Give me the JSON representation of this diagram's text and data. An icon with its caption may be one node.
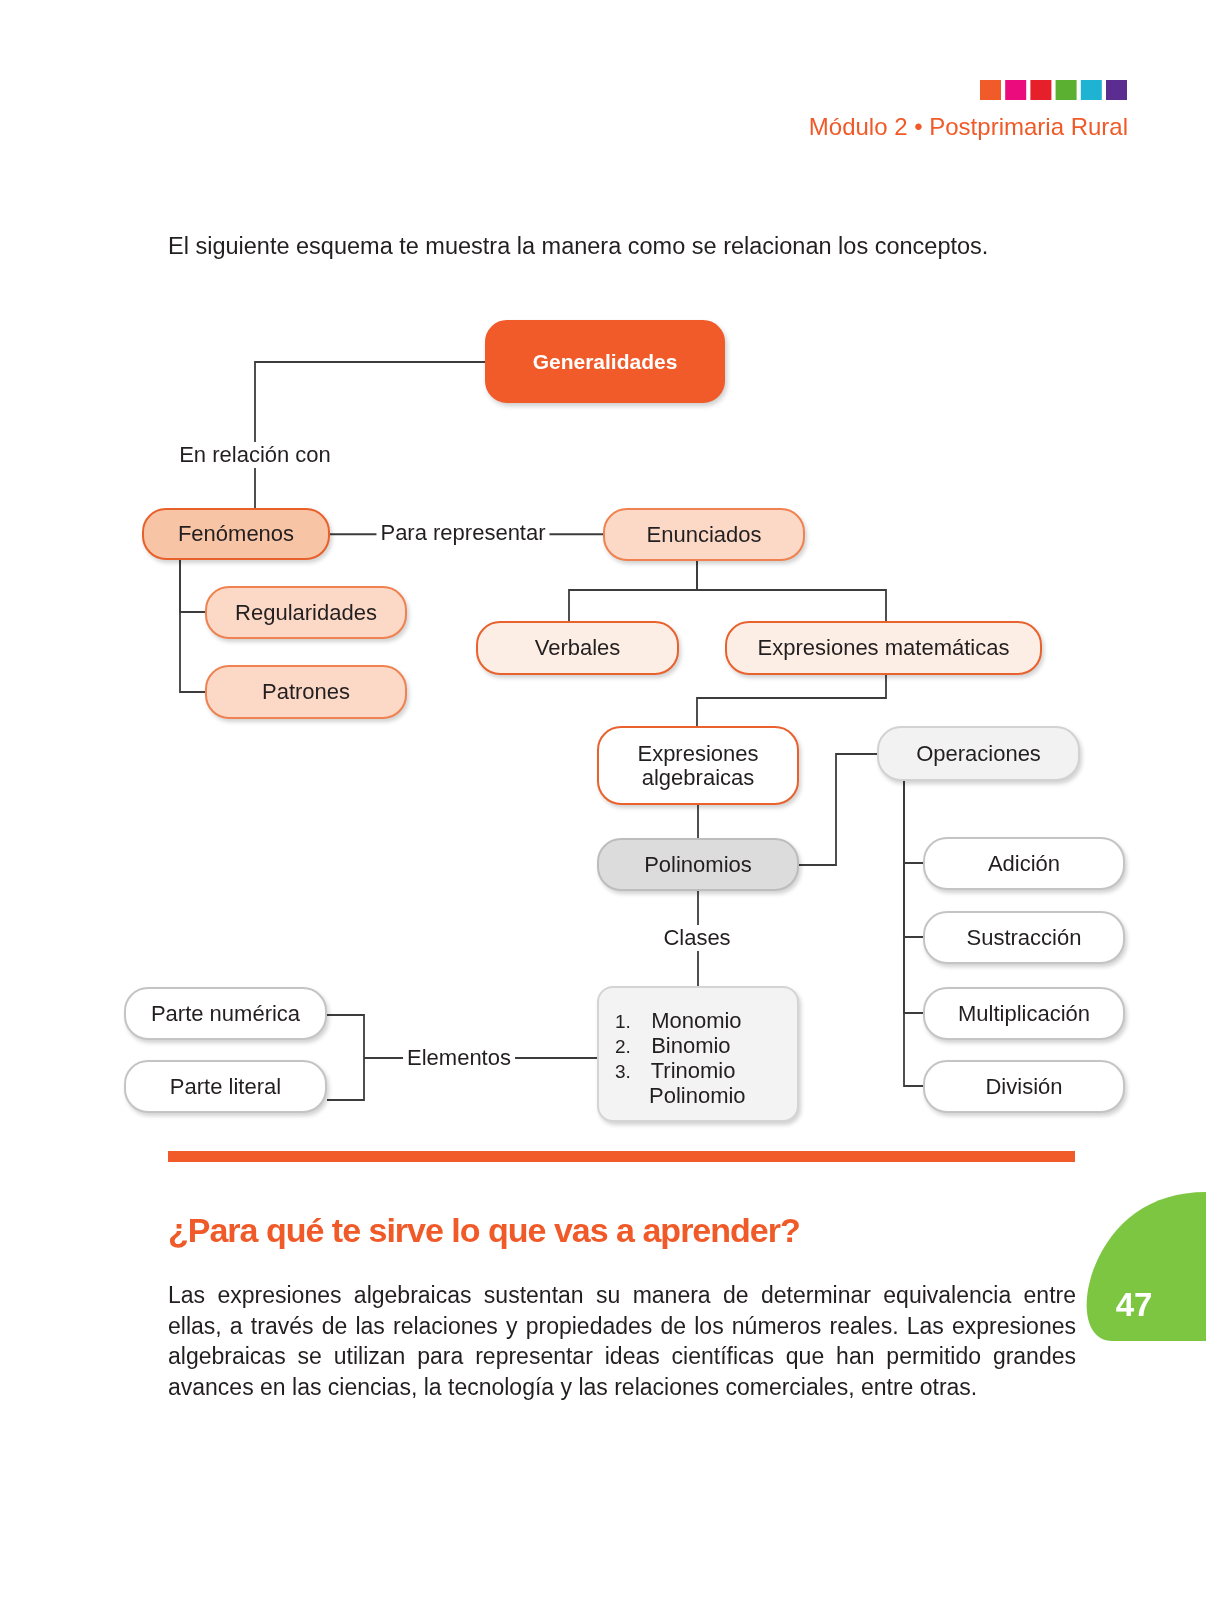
{
  "diagram": {
    "nodes": [
      {
        "text": [
          "Generalidades"
        ]
      },
      {
        "text": [
          "Fenómenos"
        ]
      },
      {
        "text": [
          "Enunciados"
        ]
      },
      {
        "text": [
          "Regularidades"
        ]
      },
      {
        "text": [
          "Verbales"
        ]
      },
      {
        "text": [
          "Expresiones matemáticas"
        ]
      },
      {
        "text": [
          "Patrones"
        ]
      },
      {
        "text": [
          "Expresiones algebraicas"
        ]
      },
      {
        "text": [
          "Operaciones"
        ]
      },
      {
        "text": [
          "Polinomios"
        ]
      },
      {
        "text": [
          "Adición"
        ]
      },
      {
        "text": [
          "Sustracción"
        ]
      },
      {
        "text": [
          "Parte numérica"
        ]
      },
      {
        "text": [
          "1. Monomio",
          "2. Binomio",
          "3. Trinomio",
          "Polinomio"
        ]
      },
      {
        "text": [
          "Multiplicación"
        ]
      },
      {
        "text": [
          "Parte literal"
        ]
      },
      {
        "text": [
          "División"
        ]
      }
    ],
    "edges": [
      {
        "from": 0,
        "to": 1,
        "arrow": "none",
        "label": "En relación con"
      },
      {
        "from": 1,
        "to": 2,
        "arrow": "none",
        "label": "Para representar"
      },
      {
        "from": 1,
        "to": 3,
        "arrow": "none"
      },
      {
        "from": 1,
        "to": 6,
        "arrow": "none"
      },
      {
        "from": 2,
        "to": 4,
        "arrow": "none"
      },
      {
        "from": 2,
        "to": 5,
        "arrow": "none"
      },
      {
        "from": 5,
        "to": 7,
        "arrow": "none"
      },
      {
        "from": 7,
        "to": 9,
        "arrow": "none"
      },
      {
        "from": 9,
        "to": 8,
        "arrow": "none"
      },
      {
        "from": 8,
        "to": 10,
        "arrow": "none"
      },
      {
        "from": 8,
        "to": 11,
        "arrow": "none"
      },
      {
        "from": 8,
        "to": 14,
        "arrow": "none"
      },
      {
        "from": 8,
        "to": 16,
        "arrow": "none"
      },
      {
        "from": 9,
        "to": 13,
        "arrow": "none",
        "label": "Clases"
      },
      {
        "from": 13,
        "to": 12,
        "arrow": "none",
        "label": "Elementos"
      },
      {
        "from": 13,
        "to": 15,
        "arrow": "none"
      }
    ],
    "labels": [
      "Módulo 2 • Postprimaria Rural",
      "El siguiente esquema te muestra la manera como se relacionan los conceptos.",
      "¿Para qué te sirve lo que vas a aprender?",
      "Las expresiones algebraicas sustentan su manera de determinar equivalencia entre ellas, a través de las relaciones y propiedades de los números reales. Las expresiones algebraicas se utilizan para representar ideas científicas que han permitido grandes avances en las ciencias, la tecnología y las relaciones comerciales, entre otras.",
      "47"
    ]
  }
}
